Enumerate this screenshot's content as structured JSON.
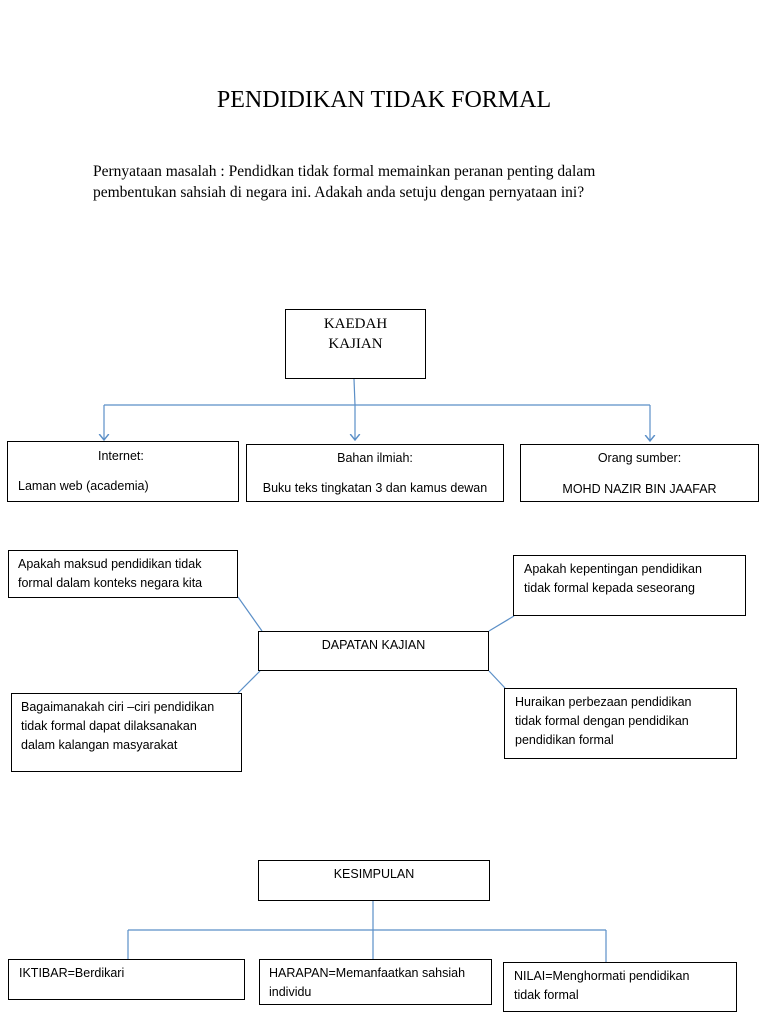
{
  "title": "PENDIDIKAN TIDAK FORMAL",
  "statement": "Pernyataan  masalah : Pendidkan tidak formal memainkan peranan penting dalam\npembentukan sahsiah di negara ini. Adakah anda setuju dengan pernyataan ini?",
  "kaedah": {
    "root": "KAEDAH\nKAJIAN",
    "children": [
      {
        "heading": "Internet:",
        "text": "Laman web (academia)"
      },
      {
        "heading": "Bahan ilmiah:",
        "text": "Buku teks tingkatan 3 dan kamus dewan"
      },
      {
        "heading": "Orang sumber:",
        "text": "MOHD NAZIR BIN JAAFAR"
      }
    ]
  },
  "dapatan": {
    "center": "DAPATAN KAJIAN",
    "top_left": "Apakah maksud pendidikan tidak\nformal dalam konteks negara kita",
    "top_right": "Apakah kepentingan pendidikan\ntidak formal kepada seseorang",
    "bottom_left": "Bagaimanakah ciri –ciri pendidikan\ntidak formal dapat dilaksanakan\ndalam kalangan masyarakat",
    "bottom_right": "Huraikan perbezaan pendidikan\ntidak formal dengan pendidikan\npendidikan formal"
  },
  "kesimpulan": {
    "root": "KESIMPULAN",
    "children": [
      "IKTIBAR=Berdikari",
      "HARAPAN=Memanfaatkan sahsiah\nindividu",
      "NILAI=Menghormati pendidikan\ntidak formal"
    ]
  }
}
